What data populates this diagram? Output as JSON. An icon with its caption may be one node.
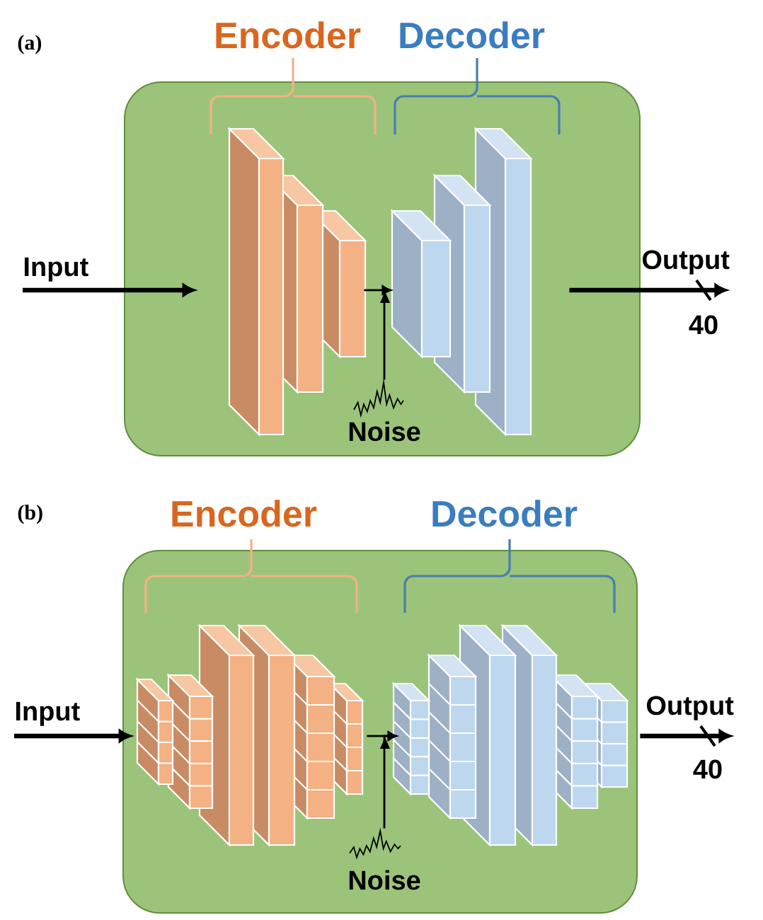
{
  "diagram": {
    "nodes": [
      {
        "text": [],
        "shape": "box"
      },
      {
        "text": [
          "Input"
        ]
      },
      {
        "text": [
          "Encoder"
        ]
      },
      {
        "text": [
          "Decoder"
        ]
      },
      {
        "text": [
          "Noise"
        ],
        "in": 0
      },
      {
        "text": [
          "Output"
        ]
      },
      {
        "text": [],
        "shape": "box"
      },
      {
        "text": [
          "Input"
        ]
      },
      {
        "text": [
          "Encoder"
        ]
      },
      {
        "text": [
          "Decoder"
        ]
      },
      {
        "text": [
          "Noise"
        ],
        "in": 6
      },
      {
        "text": [
          "Output"
        ]
      }
    ],
    "edges": [
      {
        "from": 1,
        "to": 2,
        "arrow": "to",
        "style": "thick"
      },
      {
        "from": 2,
        "to": 3,
        "arrow": "to"
      },
      {
        "from": 4,
        "to": 3,
        "arrow": "to"
      },
      {
        "from": 3,
        "to": 5,
        "arrow": "to",
        "label": "40",
        "style": "thick"
      },
      {
        "from": 7,
        "to": 8,
        "arrow": "to",
        "style": "thick"
      },
      {
        "from": 8,
        "to": 9,
        "arrow": "to"
      },
      {
        "from": 10,
        "to": 9,
        "arrow": "to"
      },
      {
        "from": 9,
        "to": 11,
        "arrow": "to",
        "label": "40",
        "style": "thick"
      }
    ],
    "labels": [
      "(a)",
      "(b)"
    ]
  }
}
